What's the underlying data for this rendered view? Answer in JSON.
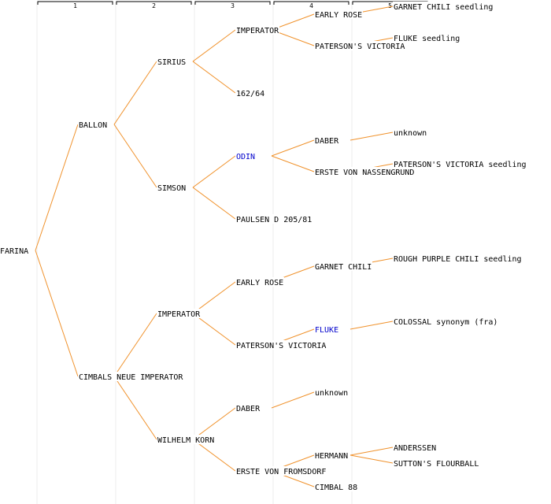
{
  "generations": [
    "1",
    "2",
    "3",
    "4",
    "5"
  ],
  "colors": {
    "line": "#f0922c",
    "text": "#000000",
    "highlight": "#0000cc",
    "guide": "#ececec",
    "bracket": "#000000"
  },
  "nodes": [
    {
      "id": "farina",
      "label": "FARINA",
      "gen": 0,
      "row": 15
    },
    {
      "id": "ballon",
      "label": "BALLON",
      "gen": 1,
      "row": 7
    },
    {
      "id": "cimbals",
      "label": "CIMBALS NEUE IMPERATOR",
      "gen": 1,
      "row": 23
    },
    {
      "id": "sirius",
      "label": "SIRIUS",
      "gen": 2,
      "row": 3
    },
    {
      "id": "simson",
      "label": "SIMSON",
      "gen": 2,
      "row": 11
    },
    {
      "id": "imperator2",
      "label": "IMPERATOR",
      "gen": 2,
      "row": 19
    },
    {
      "id": "wilhelm",
      "label": "WILHELM KORN",
      "gen": 2,
      "row": 27
    },
    {
      "id": "imperator3",
      "label": "IMPERATOR",
      "gen": 3,
      "row": 1
    },
    {
      "id": "n16264",
      "label": "162/64",
      "gen": 3,
      "row": 5
    },
    {
      "id": "odin",
      "label": "ODIN",
      "gen": 3,
      "row": 9,
      "highlight": true
    },
    {
      "id": "paulsen",
      "label": "PAULSEN D 205/81",
      "gen": 3,
      "row": 13
    },
    {
      "id": "earlyrose3",
      "label": "EARLY ROSE",
      "gen": 3,
      "row": 17
    },
    {
      "id": "patvic3",
      "label": "PATERSON'S VICTORIA",
      "gen": 3,
      "row": 21
    },
    {
      "id": "daber3",
      "label": "DABER",
      "gen": 3,
      "row": 25
    },
    {
      "id": "erstefroms",
      "label": "ERSTE VON FROMSDORF",
      "gen": 3,
      "row": 29
    },
    {
      "id": "earlyrose4",
      "label": "EARLY ROSE",
      "gen": 4,
      "row": 0
    },
    {
      "id": "patvic4",
      "label": "PATERSON'S VICTORIA",
      "gen": 4,
      "row": 2
    },
    {
      "id": "daber4",
      "label": "DABER",
      "gen": 4,
      "row": 8
    },
    {
      "id": "erstenass",
      "label": "ERSTE VON NASSENGRUND",
      "gen": 4,
      "row": 10
    },
    {
      "id": "garnet4",
      "label": "GARNET CHILI",
      "gen": 4,
      "row": 16
    },
    {
      "id": "fluke4",
      "label": "FLUKE",
      "gen": 4,
      "row": 20,
      "highlight": true
    },
    {
      "id": "unknown4",
      "label": "unknown",
      "gen": 4,
      "row": 24
    },
    {
      "id": "hermann",
      "label": "HERMANN",
      "gen": 4,
      "row": 28
    },
    {
      "id": "cimbal88",
      "label": "CIMBAL 88",
      "gen": 4,
      "row": 30
    },
    {
      "id": "garnetseed",
      "label": "GARNET CHILI seedling",
      "gen": 5,
      "row": -0.5
    },
    {
      "id": "flukeseed",
      "label": "FLUKE seedling",
      "gen": 5,
      "row": 1.5
    },
    {
      "id": "unknown5",
      "label": "unknown",
      "gen": 5,
      "row": 7.5
    },
    {
      "id": "patvicseed",
      "label": "PATERSON'S VICTORIA seedling",
      "gen": 5,
      "row": 9.5
    },
    {
      "id": "roughpurple",
      "label": "ROUGH PURPLE CHILI seedling",
      "gen": 5,
      "row": 15.5
    },
    {
      "id": "colossal",
      "label": "COLOSSAL synonym (fra)",
      "gen": 5,
      "row": 19.5
    },
    {
      "id": "anderssen",
      "label": "ANDERSSEN",
      "gen": 5,
      "row": 27.5
    },
    {
      "id": "sutton",
      "label": "SUTTON'S FLOURBALL",
      "gen": 5,
      "row": 28.5
    }
  ],
  "edges": [
    [
      "farina",
      "ballon"
    ],
    [
      "farina",
      "cimbals"
    ],
    [
      "ballon",
      "sirius"
    ],
    [
      "ballon",
      "simson"
    ],
    [
      "cimbals",
      "imperator2"
    ],
    [
      "cimbals",
      "wilhelm"
    ],
    [
      "sirius",
      "imperator3"
    ],
    [
      "sirius",
      "n16264"
    ],
    [
      "simson",
      "odin"
    ],
    [
      "simson",
      "paulsen"
    ],
    [
      "imperator2",
      "earlyrose3"
    ],
    [
      "imperator2",
      "patvic3"
    ],
    [
      "wilhelm",
      "daber3"
    ],
    [
      "wilhelm",
      "erstefroms"
    ],
    [
      "imperator3",
      "earlyrose4"
    ],
    [
      "imperator3",
      "patvic4"
    ],
    [
      "odin",
      "daber4"
    ],
    [
      "odin",
      "erstenass"
    ],
    [
      "earlyrose3",
      "garnet4"
    ],
    [
      "patvic3",
      "fluke4"
    ],
    [
      "daber3",
      "unknown4"
    ],
    [
      "erstefroms",
      "hermann"
    ],
    [
      "erstefroms",
      "cimbal88"
    ],
    [
      "earlyrose4",
      "garnetseed"
    ],
    [
      "patvic4",
      "flukeseed"
    ],
    [
      "daber4",
      "unknown5"
    ],
    [
      "erstenass",
      "patvicseed"
    ],
    [
      "garnet4",
      "roughpurple"
    ],
    [
      "fluke4",
      "colossal"
    ],
    [
      "hermann",
      "anderssen"
    ],
    [
      "hermann",
      "sutton"
    ]
  ]
}
